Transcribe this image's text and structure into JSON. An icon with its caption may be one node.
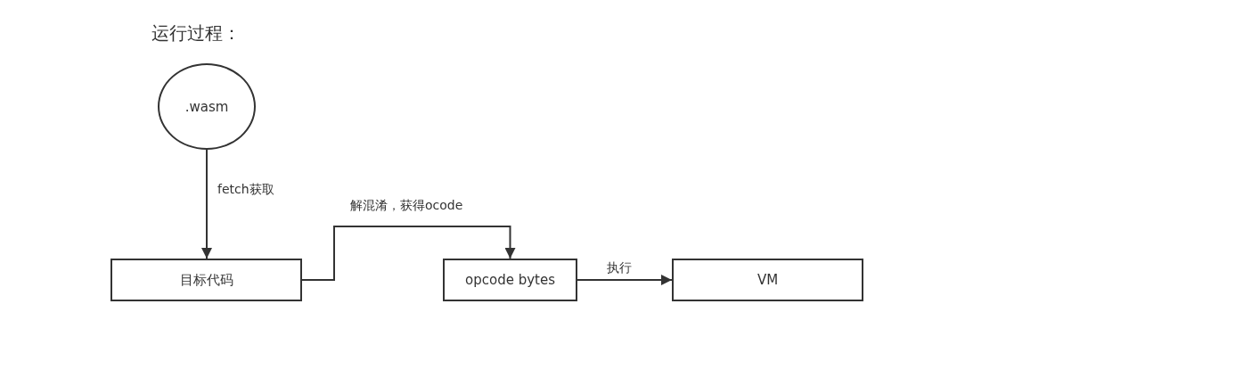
{
  "diagram": {
    "title": "运行过程：",
    "nodes": [
      {
        "text": [
          ".wasm"
        ]
      },
      {
        "text": [
          "目标代码"
        ]
      },
      {
        "text": [
          "opcode bytes"
        ]
      },
      {
        "text": [
          "VM"
        ]
      }
    ],
    "edges": [
      {
        "from": 0,
        "to": 1,
        "arrow": "to",
        "label": "fetch获取"
      },
      {
        "from": 1,
        "to": 2,
        "arrow": "to",
        "label": "解混淆，获得ocode"
      },
      {
        "from": 2,
        "to": 3,
        "arrow": "to",
        "label": "执行"
      }
    ]
  }
}
